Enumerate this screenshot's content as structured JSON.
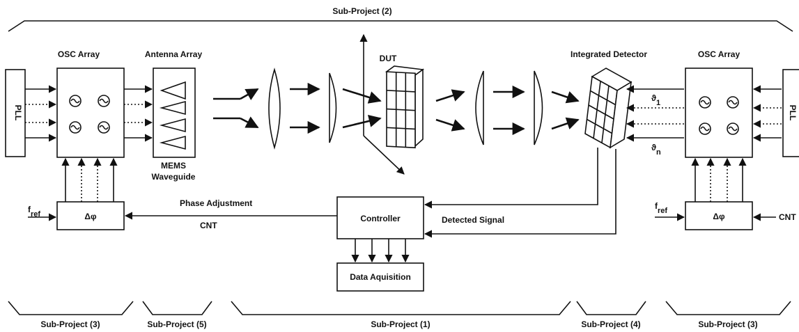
{
  "top_bracket": {
    "label": "Sub-Project (2)"
  },
  "left": {
    "pll_label": "PLL",
    "osc_title": "OSC Array",
    "antenna_title": "Antenna Array",
    "mems_line1": "MEMS",
    "mems_line2": "Waveguide",
    "fref_main": "f",
    "fref_sub": "ref",
    "phase_box": "Δφ"
  },
  "center": {
    "dut_label": "DUT",
    "controller": "Controller",
    "data_acq": "Data Aquisition",
    "phase_adjust": "Phase Adjustment",
    "cnt": "CNT",
    "detected_signal": "Detected Signal"
  },
  "right": {
    "detector_title": "Integrated Detector",
    "osc_title": "OSC Array",
    "pll_label": "PLL",
    "theta1_main": "ϑ",
    "theta1_sub": "1",
    "thetan_main": "ϑ",
    "thetan_sub": "n",
    "fref_main": "f",
    "fref_sub": "ref",
    "phase_box": "Δφ",
    "cnt": "CNT"
  },
  "bottom": {
    "sp3_left": "Sub-Project (3)",
    "sp5": "Sub-Project (5)",
    "sp1": "Sub-Project (1)",
    "sp4": "Sub-Project (4)",
    "sp3_right": "Sub-Project (3)"
  }
}
